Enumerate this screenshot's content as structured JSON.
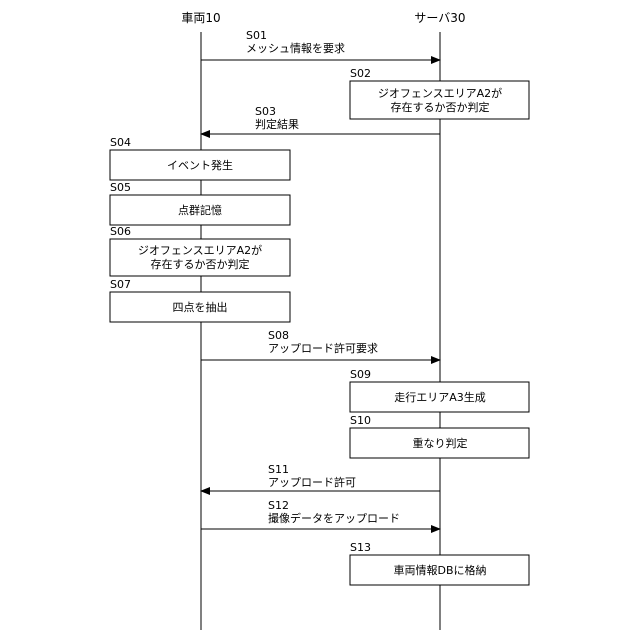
{
  "actors": {
    "vehicle": "車両10",
    "server": "サーバ30"
  },
  "messages": [
    {
      "id": "S01",
      "text": "メッシュ情報を要求",
      "direction": "vehicle-to-server"
    },
    {
      "id": "S03",
      "text": "判定結果",
      "direction": "server-to-vehicle"
    },
    {
      "id": "S08",
      "text": "アップロード許可要求",
      "direction": "vehicle-to-server"
    },
    {
      "id": "S11",
      "text": "アップロード許可",
      "direction": "server-to-vehicle"
    },
    {
      "id": "S12",
      "text": "撮像データをアップロード",
      "direction": "vehicle-to-server"
    }
  ],
  "processes": [
    {
      "id": "S02",
      "lines": [
        "ジオフェンスエリアA2が",
        "存在するか否か判定"
      ],
      "actor": "server"
    },
    {
      "id": "S04",
      "lines": [
        "イベント発生"
      ],
      "actor": "vehicle"
    },
    {
      "id": "S05",
      "lines": [
        "点群記憶"
      ],
      "actor": "vehicle"
    },
    {
      "id": "S06",
      "lines": [
        "ジオフェンスエリアA2が",
        "存在するか否か判定"
      ],
      "actor": "vehicle"
    },
    {
      "id": "S07",
      "lines": [
        "四点を抽出"
      ],
      "actor": "vehicle"
    },
    {
      "id": "S09",
      "lines": [
        "走行エリアA3生成"
      ],
      "actor": "server"
    },
    {
      "id": "S10",
      "lines": [
        "重なり判定"
      ],
      "actor": "server"
    },
    {
      "id": "S13",
      "lines": [
        "車両情報DBに格納"
      ],
      "actor": "server"
    }
  ]
}
